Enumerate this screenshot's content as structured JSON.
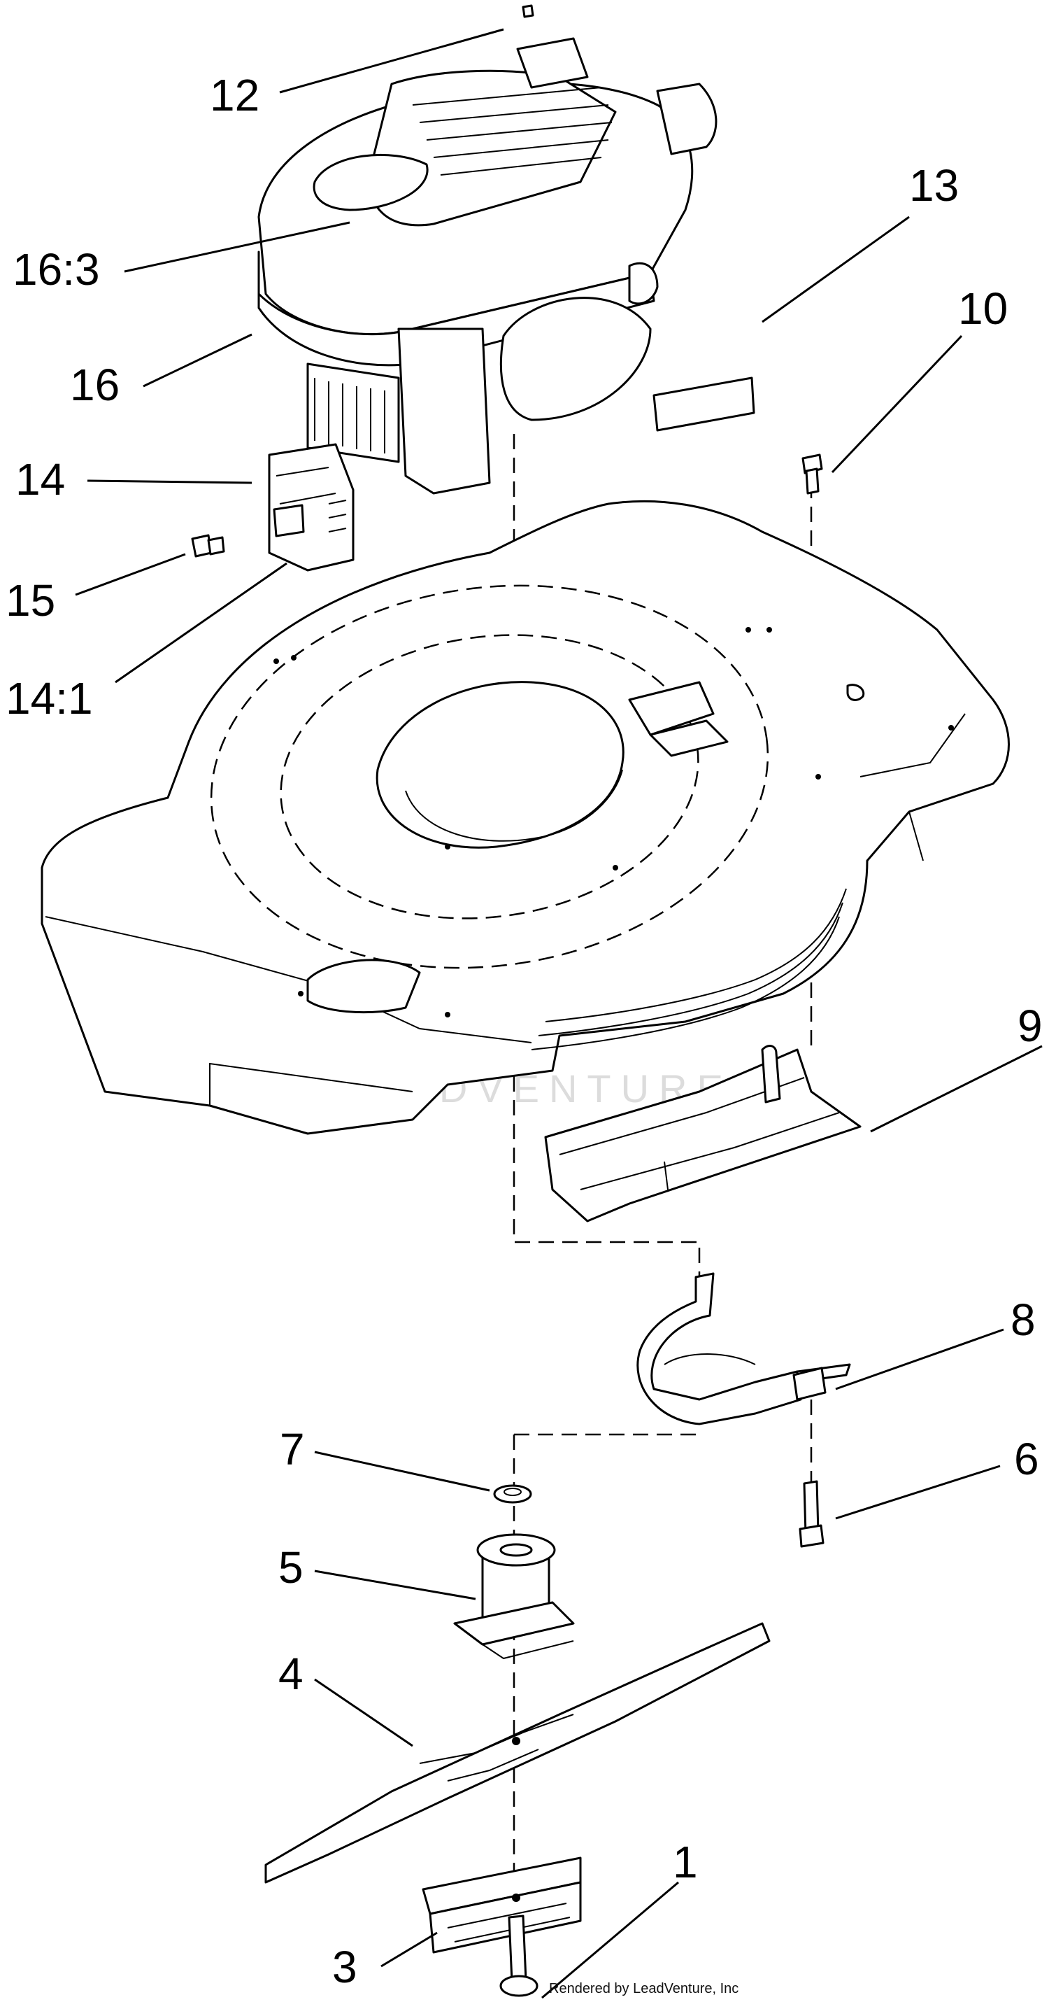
{
  "callouts": [
    {
      "id": "12",
      "label": "12"
    },
    {
      "id": "16_3",
      "label": "16:3"
    },
    {
      "id": "16",
      "label": "16"
    },
    {
      "id": "13",
      "label": "13"
    },
    {
      "id": "10",
      "label": "10"
    },
    {
      "id": "14",
      "label": "14"
    },
    {
      "id": "15",
      "label": "15"
    },
    {
      "id": "14_1",
      "label": "14:1"
    },
    {
      "id": "9",
      "label": "9"
    },
    {
      "id": "8",
      "label": "8"
    },
    {
      "id": "7",
      "label": "7"
    },
    {
      "id": "6",
      "label": "6"
    },
    {
      "id": "5",
      "label": "5"
    },
    {
      "id": "4",
      "label": "4"
    },
    {
      "id": "1",
      "label": "1"
    },
    {
      "id": "3",
      "label": "3"
    }
  ],
  "footer": {
    "credit": "Rendered by LeadVenture, Inc"
  },
  "watermark": {
    "text": "LEADVENTURE"
  }
}
